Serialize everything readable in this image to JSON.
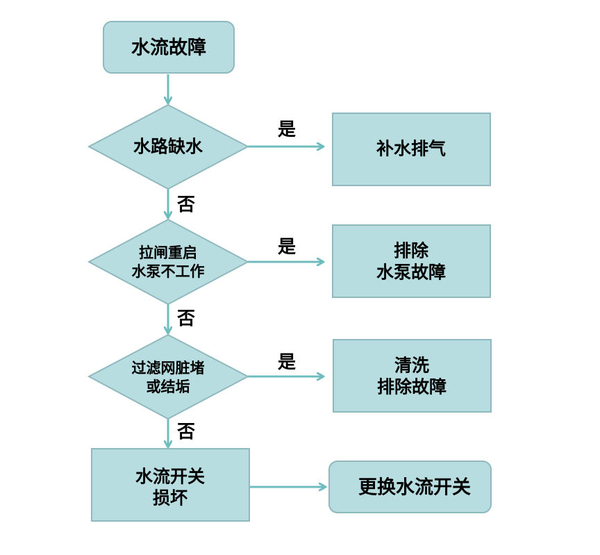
{
  "colors": {
    "fill": "#b7dde0",
    "stroke": "#8fb9be",
    "arrow": "#6fbcbf",
    "text": "#000000"
  },
  "nodes": {
    "start": {
      "text": "水流故障"
    },
    "d1": {
      "text": "水路缺水"
    },
    "r1": {
      "text": "补水排气"
    },
    "d2": {
      "line1": "拉闸重启",
      "line2": "水泵不工作"
    },
    "r2": {
      "line1": "排除",
      "line2": "水泵故障"
    },
    "d3": {
      "line1": "过滤网脏堵",
      "line2": "或结垢"
    },
    "r3": {
      "line1": "清洗",
      "line2": "排除故障"
    },
    "end": {
      "line1": "水流开关",
      "line2": "损坏"
    },
    "r4": {
      "text": "更换水流开关"
    }
  },
  "labels": {
    "yes": "是",
    "no": "否"
  }
}
